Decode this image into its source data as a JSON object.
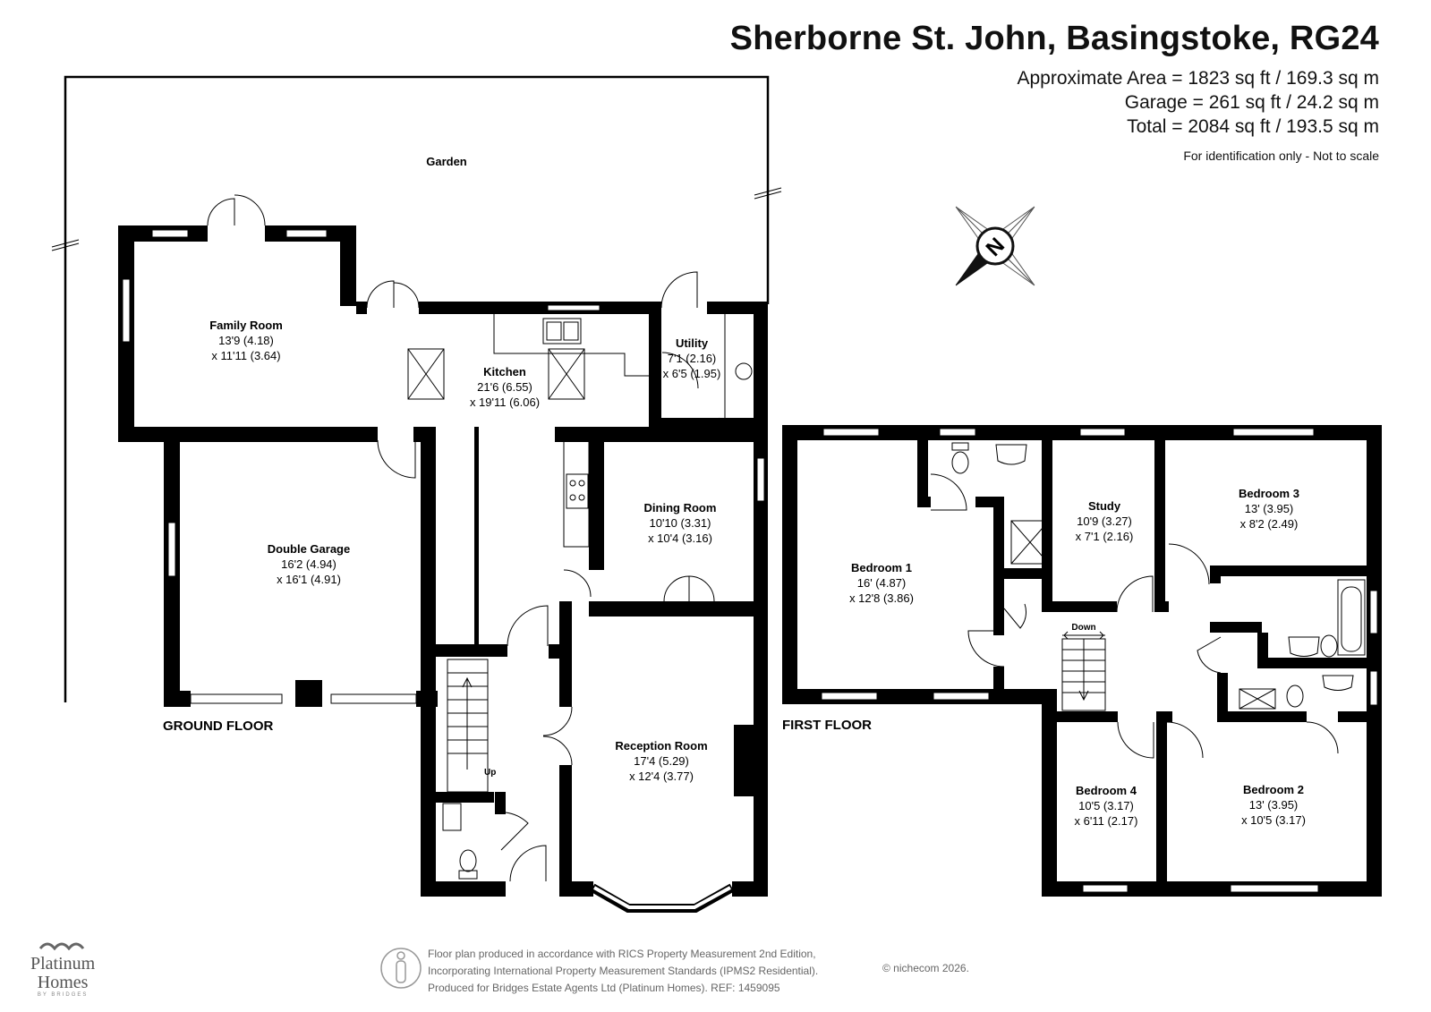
{
  "header": {
    "title": "Sherborne St. John, Basingstoke, RG24",
    "approx_area": "Approximate Area = 1823 sq ft / 169.3 sq m",
    "garage_area": "Garage = 261 sq ft / 24.2 sq m",
    "total_area": "Total = 2084 sq ft / 193.5 sq m",
    "note": "For identification only - Not to scale"
  },
  "compass": {
    "label": "N"
  },
  "floors": {
    "ground": "GROUND FLOOR",
    "first": "FIRST FLOOR"
  },
  "garden": {
    "label": "Garden"
  },
  "rooms": {
    "family_room": {
      "name": "Family Room",
      "dim1": "13'9 (4.18)",
      "dim2": "x 11'11 (3.64)"
    },
    "kitchen": {
      "name": "Kitchen",
      "dim1": "21'6 (6.55)",
      "dim2": "x 19'11 (6.06)"
    },
    "utility": {
      "name": "Utility",
      "dim1": "7'1 (2.16)",
      "dim2": "x 6'5 (1.95)"
    },
    "double_garage": {
      "name": "Double Garage",
      "dim1": "16'2 (4.94)",
      "dim2": "x 16'1 (4.91)"
    },
    "dining_room": {
      "name": "Dining Room",
      "dim1": "10'10 (3.31)",
      "dim2": "x 10'4 (3.16)"
    },
    "reception_room": {
      "name": "Reception Room",
      "dim1": "17'4 (5.29)",
      "dim2": "x 12'4 (3.77)"
    },
    "bedroom1": {
      "name": "Bedroom 1",
      "dim1": "16' (4.87)",
      "dim2": "x 12'8 (3.86)"
    },
    "study": {
      "name": "Study",
      "dim1": "10'9 (3.27)",
      "dim2": "x 7'1 (2.16)"
    },
    "bedroom3": {
      "name": "Bedroom 3",
      "dim1": "13' (3.95)",
      "dim2": "x 8'2 (2.49)"
    },
    "bedroom4": {
      "name": "Bedroom 4",
      "dim1": "10'5 (3.17)",
      "dim2": "x 6'11 (2.17)"
    },
    "bedroom2": {
      "name": "Bedroom 2",
      "dim1": "13' (3.95)",
      "dim2": "x 10'5 (3.17)"
    }
  },
  "stairs": {
    "up": "Up",
    "down": "Down"
  },
  "footer": {
    "line1": "Floor plan produced in accordance with RICS Property Measurement 2nd Edition,",
    "line2": "Incorporating International Property Measurement Standards (IPMS2 Residential).",
    "line3": "Produced for Bridges Estate Agents Ltd (Platinum Homes).   REF: 1459095",
    "copyright": "© nichecom 2026."
  },
  "brand": {
    "line1": "Platinum",
    "line2": "Homes",
    "line3": "BY BRIDGES"
  },
  "colors": {
    "wall": "#000000",
    "window": "#ffffff",
    "text": "#111111",
    "footer_text": "#666666"
  }
}
